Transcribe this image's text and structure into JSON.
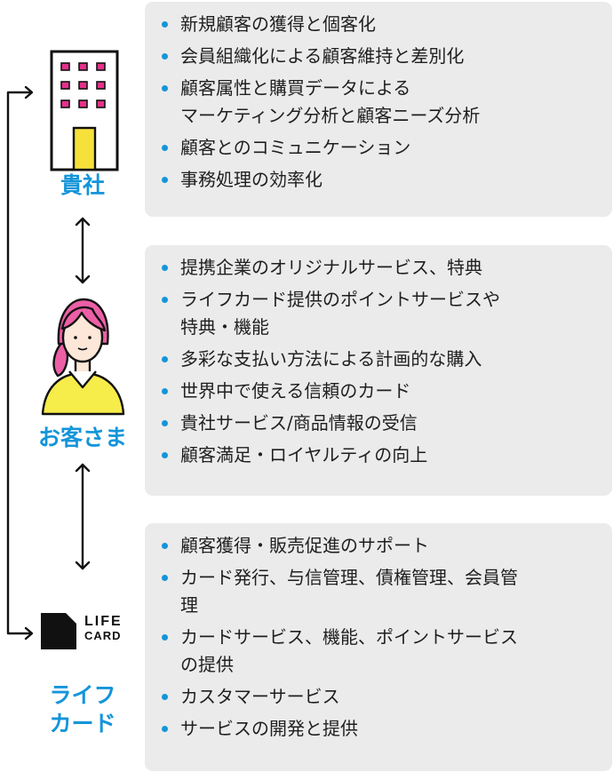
{
  "entities": {
    "company": {
      "label": "貴社",
      "icon": "office-building-icon",
      "benefits": [
        "新規顧客の獲得と個客化",
        "会員組織化による顧客維持と差別化",
        "顧客属性と購買データによる\nマーケティング分析と顧客ニーズ分析",
        "顧客とのコミュニケーション",
        "事務処理の効率化"
      ]
    },
    "customer": {
      "label": "お客さま",
      "icon": "customer-woman-icon",
      "benefits": [
        "提携企業のオリジナルサービス、特典",
        "ライフカード提供のポイントサービスや\n特典・機能",
        "多彩な支払い方法による計画的な購入",
        "世界中で使える信頼のカード",
        "貴社サービス/商品情報の受信",
        "顧客満足・ロイヤルティの向上"
      ]
    },
    "lifecard": {
      "label_line1": "ライフ",
      "label_line2": "カード",
      "logo_line1": "LIFE",
      "logo_line2": "CARD",
      "icon": "lifecard-logo-icon",
      "benefits": [
        "顧客獲得・販売促進のサポート",
        "カード発行、与信管理、債権管理、会員管\n理",
        "カードサービス、機能、ポイントサービス\nの提供",
        "カスタマーサービス",
        "サービスの開発と提供"
      ]
    }
  },
  "colors": {
    "accent": "#1495d9",
    "panel_bg": "#ebebeb",
    "building_door": "#f6e03a",
    "building_window": "#e4318a",
    "hair": "#ec5fa6",
    "shirt": "#f6ec4a",
    "skin": "#fde7d8"
  }
}
